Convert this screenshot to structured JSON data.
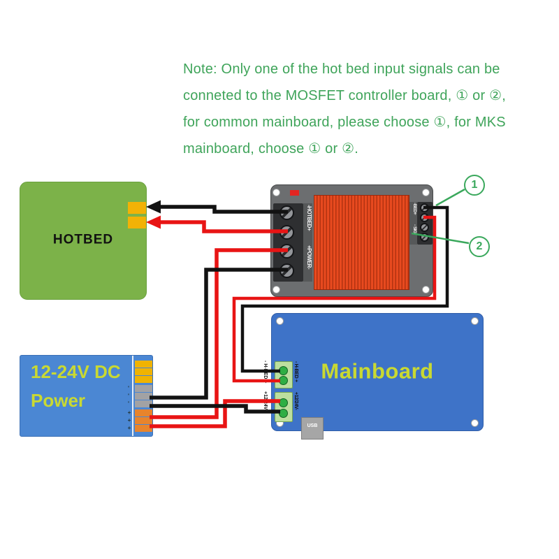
{
  "note": {
    "lines": [
      "Note: Only one of the hot bed input signals can be",
      "conneted to the MOSFET controller board, ① or ②,",
      "for common mainboard, please choose ①,  for MKS",
      "mainboard, choose ① or ②."
    ]
  },
  "hotbed": {
    "label": "HOTBED"
  },
  "mosfet": {
    "hotbed_terminal_label": "-HOTBED+",
    "power_terminal_label": "+POWER-",
    "bed_signal_label": "-BED+",
    "sig_label": "- SIG"
  },
  "mainboard": {
    "label": "Mainboard",
    "hbed_label_inner": "- H-BED +",
    "hbed_label_outer": "- H-BED +",
    "power_label_inner": "+12/24V-",
    "power_label_outer": "+12/24V-",
    "usb_label": "USB"
  },
  "psu": {
    "label_line1": "12-24V DC",
    "label_line2": "Power",
    "negative_mark": "-",
    "positive_mark": "+"
  },
  "callouts": {
    "one": "1",
    "two": "2"
  },
  "colors": {
    "wire_black": "#121212",
    "wire_red": "#e81414",
    "callout_green": "#3aa85c"
  }
}
